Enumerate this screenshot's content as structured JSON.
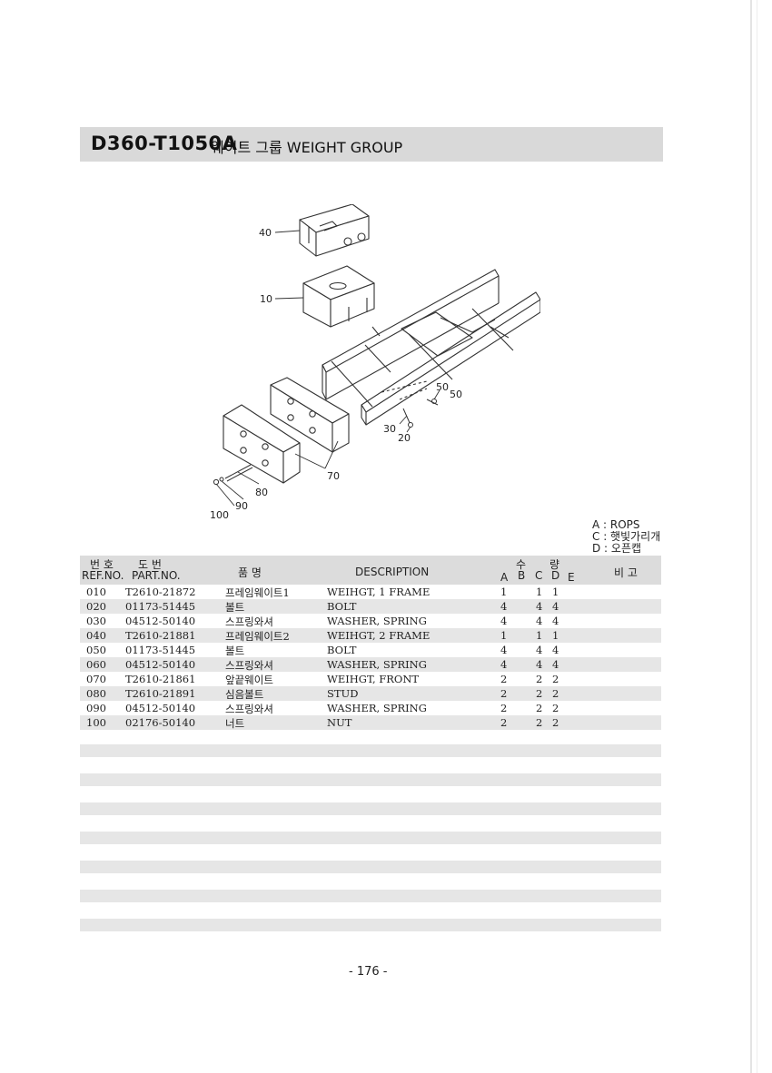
{
  "header": {
    "code": "D360-T1050A",
    "title": "웨이트 그룹 WEIGHT GROUP"
  },
  "diagram": {
    "callouts": [
      "40",
      "10",
      "50",
      "50",
      "30",
      "20",
      "70",
      "80",
      "90",
      "100"
    ]
  },
  "legend": [
    "A : ROPS",
    "C : 햇빛가리개",
    "D : 오픈캡"
  ],
  "columns": {
    "ref_ko": "번 호",
    "ref_en": "REF.NO.",
    "part_ko": "도   번",
    "part_en": "PART.NO.",
    "name_ko": "품      명",
    "description": "DESCRIPTION",
    "qty_ko_1": "수",
    "qty_ko_2": "량",
    "qty_a": "A",
    "qty_b": "B",
    "qty_c": "C",
    "qty_d": "D",
    "qty_e": "E",
    "remarks_ko": "비   고"
  },
  "parts": [
    {
      "ref": "010",
      "part": "T2610-21872",
      "name_ko": "프레임웨이트1",
      "desc": "WEIHGT, 1 FRAME",
      "a": "1",
      "c": "1",
      "d": "1"
    },
    {
      "ref": "020",
      "part": "01173-51445",
      "name_ko": "볼트",
      "desc": "BOLT",
      "a": "4",
      "c": "4",
      "d": "4"
    },
    {
      "ref": "030",
      "part": "04512-50140",
      "name_ko": "스프링와셔",
      "desc": "WASHER, SPRING",
      "a": "4",
      "c": "4",
      "d": "4"
    },
    {
      "ref": "040",
      "part": "T2610-21881",
      "name_ko": "프레임웨이트2",
      "desc": "WEIHGT, 2 FRAME",
      "a": "1",
      "c": "1",
      "d": "1"
    },
    {
      "ref": "050",
      "part": "01173-51445",
      "name_ko": "볼트",
      "desc": "BOLT",
      "a": "4",
      "c": "4",
      "d": "4"
    },
    {
      "ref": "060",
      "part": "04512-50140",
      "name_ko": "스프링와셔",
      "desc": "WASHER, SPRING",
      "a": "4",
      "c": "4",
      "d": "4"
    },
    {
      "ref": "070",
      "part": "T2610-21861",
      "name_ko": "앞끝웨이트",
      "desc": "WEIHGT, FRONT",
      "a": "2",
      "c": "2",
      "d": "2"
    },
    {
      "ref": "080",
      "part": "T2610-21891",
      "name_ko": "심음볼트",
      "desc": "STUD",
      "a": "2",
      "c": "2",
      "d": "2"
    },
    {
      "ref": "090",
      "part": "04512-50140",
      "name_ko": "스프링와셔",
      "desc": "WASHER, SPRING",
      "a": "2",
      "c": "2",
      "d": "2"
    },
    {
      "ref": "100",
      "part": "02176-50140",
      "name_ko": "너트",
      "desc": "NUT",
      "a": "2",
      "c": "2",
      "d": "2"
    }
  ],
  "footer": {
    "page": "- 176 -"
  }
}
